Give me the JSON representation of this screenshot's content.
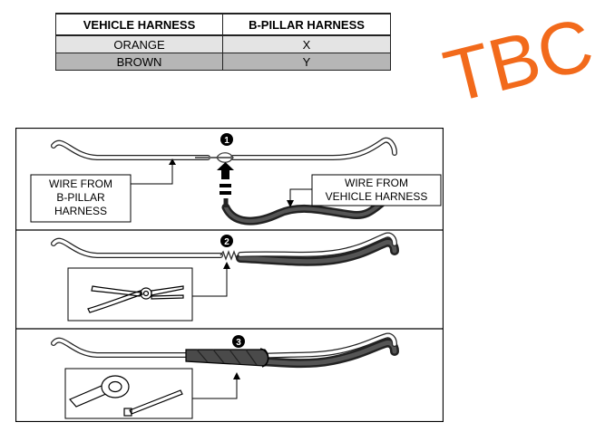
{
  "table": {
    "headers": [
      "VEHICLE HARNESS",
      "B-PILLAR HARNESS"
    ],
    "rows": [
      {
        "vehicle": "ORANGE",
        "pillar": "X"
      },
      {
        "vehicle": "BROWN",
        "pillar": "Y"
      }
    ]
  },
  "stamp": {
    "text": "TBC",
    "color": "#f26a1b"
  },
  "panels": {
    "step1": {
      "number": "1",
      "callout_left": [
        "WIRE FROM",
        "B-PILLAR",
        "HARNESS"
      ],
      "callout_right": [
        "WIRE FROM",
        "VEHICLE HARNESS"
      ]
    },
    "step2": {
      "number": "2",
      "tool_icon": "pliers-icon"
    },
    "step3": {
      "number": "3",
      "tool_icons": [
        "tape-roll-icon",
        "cable-tie-icon"
      ]
    }
  }
}
